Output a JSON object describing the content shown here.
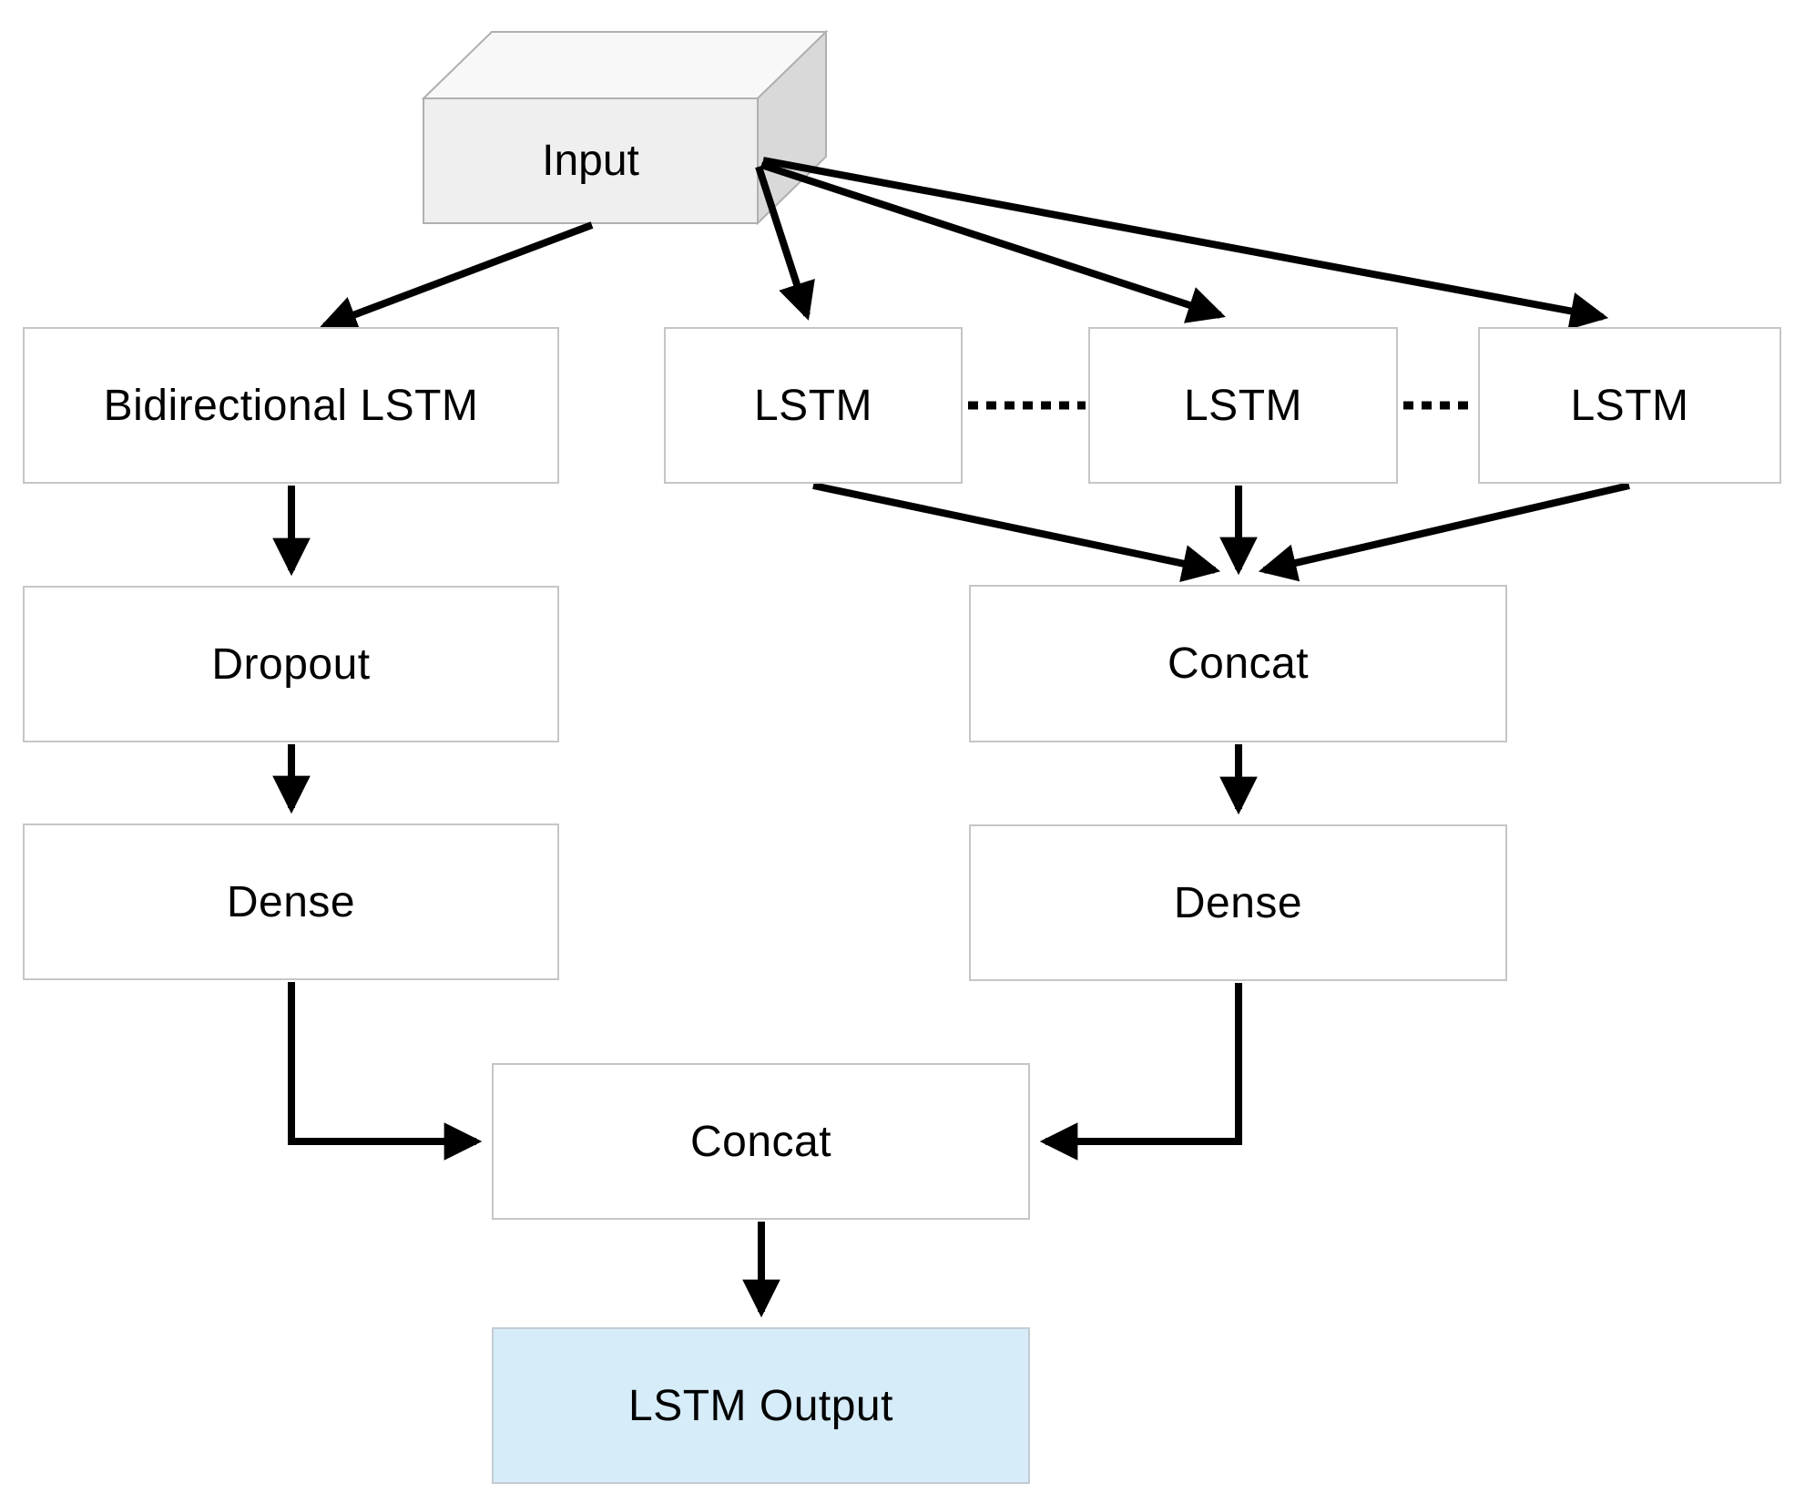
{
  "diagram": {
    "description": "Neural network architecture flow diagram combining a Bidirectional LSTM branch and a multi-LSTM branch merged into a final output",
    "nodes": {
      "input": {
        "label": "Input",
        "shape": "3d-box"
      },
      "bilstm": {
        "label": "Bidirectional LSTM",
        "shape": "rect"
      },
      "lstm1": {
        "label": "LSTM",
        "shape": "rect"
      },
      "lstm2": {
        "label": "LSTM",
        "shape": "rect"
      },
      "lstm3": {
        "label": "LSTM",
        "shape": "rect"
      },
      "dropout": {
        "label": "Dropout",
        "shape": "rect"
      },
      "concat_right": {
        "label": "Concat",
        "shape": "rect"
      },
      "dense_left": {
        "label": "Dense",
        "shape": "rect"
      },
      "dense_right": {
        "label": "Dense",
        "shape": "rect"
      },
      "concat_center": {
        "label": "Concat",
        "shape": "rect"
      },
      "output": {
        "label": "LSTM Output",
        "shape": "rect-highlighted"
      }
    },
    "edges": [
      {
        "from": "input",
        "to": "bilstm",
        "style": "arrow"
      },
      {
        "from": "input",
        "to": "lstm1",
        "style": "arrow"
      },
      {
        "from": "input",
        "to": "lstm2",
        "style": "arrow"
      },
      {
        "from": "input",
        "to": "lstm3",
        "style": "arrow"
      },
      {
        "from": "lstm1",
        "to": "lstm2",
        "style": "dashed-ellipsis"
      },
      {
        "from": "lstm2",
        "to": "lstm3",
        "style": "dashed-ellipsis"
      },
      {
        "from": "bilstm",
        "to": "dropout",
        "style": "arrow"
      },
      {
        "from": "dropout",
        "to": "dense_left",
        "style": "arrow"
      },
      {
        "from": "lstm1",
        "to": "concat_right",
        "style": "arrow"
      },
      {
        "from": "lstm2",
        "to": "concat_right",
        "style": "arrow"
      },
      {
        "from": "lstm3",
        "to": "concat_right",
        "style": "arrow"
      },
      {
        "from": "concat_right",
        "to": "dense_right",
        "style": "arrow"
      },
      {
        "from": "dense_left",
        "to": "concat_center",
        "style": "arrow-elbow"
      },
      {
        "from": "dense_right",
        "to": "concat_center",
        "style": "arrow-elbow"
      },
      {
        "from": "concat_center",
        "to": "output",
        "style": "arrow"
      }
    ],
    "colors": {
      "background": "#ffffff",
      "box_fill": "#ffffff",
      "box_border": "#c6c6c6",
      "output_fill": "#d6ecf8",
      "input_front": "#efefef",
      "input_top": "#f8f8f8",
      "input_side": "#d9d9d9",
      "input_border": "#b0b0b0",
      "arrow": "#000000",
      "text": "#000000"
    }
  }
}
